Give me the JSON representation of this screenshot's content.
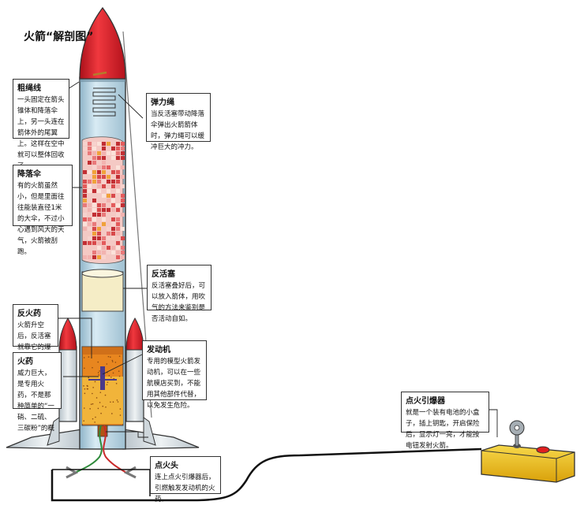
{
  "title": "火箭“解剖图”",
  "labels": {
    "shock_cord": {
      "title": "粗绳线",
      "body": "一头固定在箭头锥体和降落伞上，另一头连在箭体外的尾翼上。这样在空中就可以整体回收了。"
    },
    "elastic_cord": {
      "title": "弹力绳",
      "body": "当反活塞带动降落伞弹出火箭箭体时，弹力绳可以缓冲巨大的冲力。"
    },
    "parachute": {
      "title": "降落伞",
      "body": "有的火箭虽然小，但是里面往往能装直径1米的大伞，不过小心遇到风大的天气，火箭被刮跑。"
    },
    "piston": {
      "title": "反活塞",
      "body": "反活塞叠好后，可以放入箭体，用吹气的方法来鉴别是否活动自如。"
    },
    "ejection_charge": {
      "title": "反火药",
      "body": "火箭升空后，反活塞就靠它的爆炸来推动。"
    },
    "engine": {
      "title": "发动机",
      "body": "专用的模型火箭发动机，可以在一些航模店买到，不能用其他部件代替，以免发生危险。"
    },
    "propellant": {
      "title": "火药",
      "body": "威力巨大，是专用火药，不是那种简单的“一硝、二硫、三碳粉”的概"
    },
    "igniter": {
      "title": "点火头",
      "body": "连上点火引爆器后，引燃触发发动机的火药。"
    },
    "launcher": {
      "title": "点火引爆器",
      "body": "就是一个装有电池的小盒子，插上钥匙，开启保险后，显示灯一亮，才能按电钮发射火箭。"
    }
  },
  "colors": {
    "nose_red": "#e0202a",
    "tube_blue": "#c4dde9",
    "fin_gray": "#d6dde2",
    "piston_cream": "#f5edc6",
    "engine_orange": "#e8861f",
    "propellant_yellow": "#f1b43a",
    "box_yellow": "#f2c011",
    "parachute_red": "#d8494b"
  }
}
